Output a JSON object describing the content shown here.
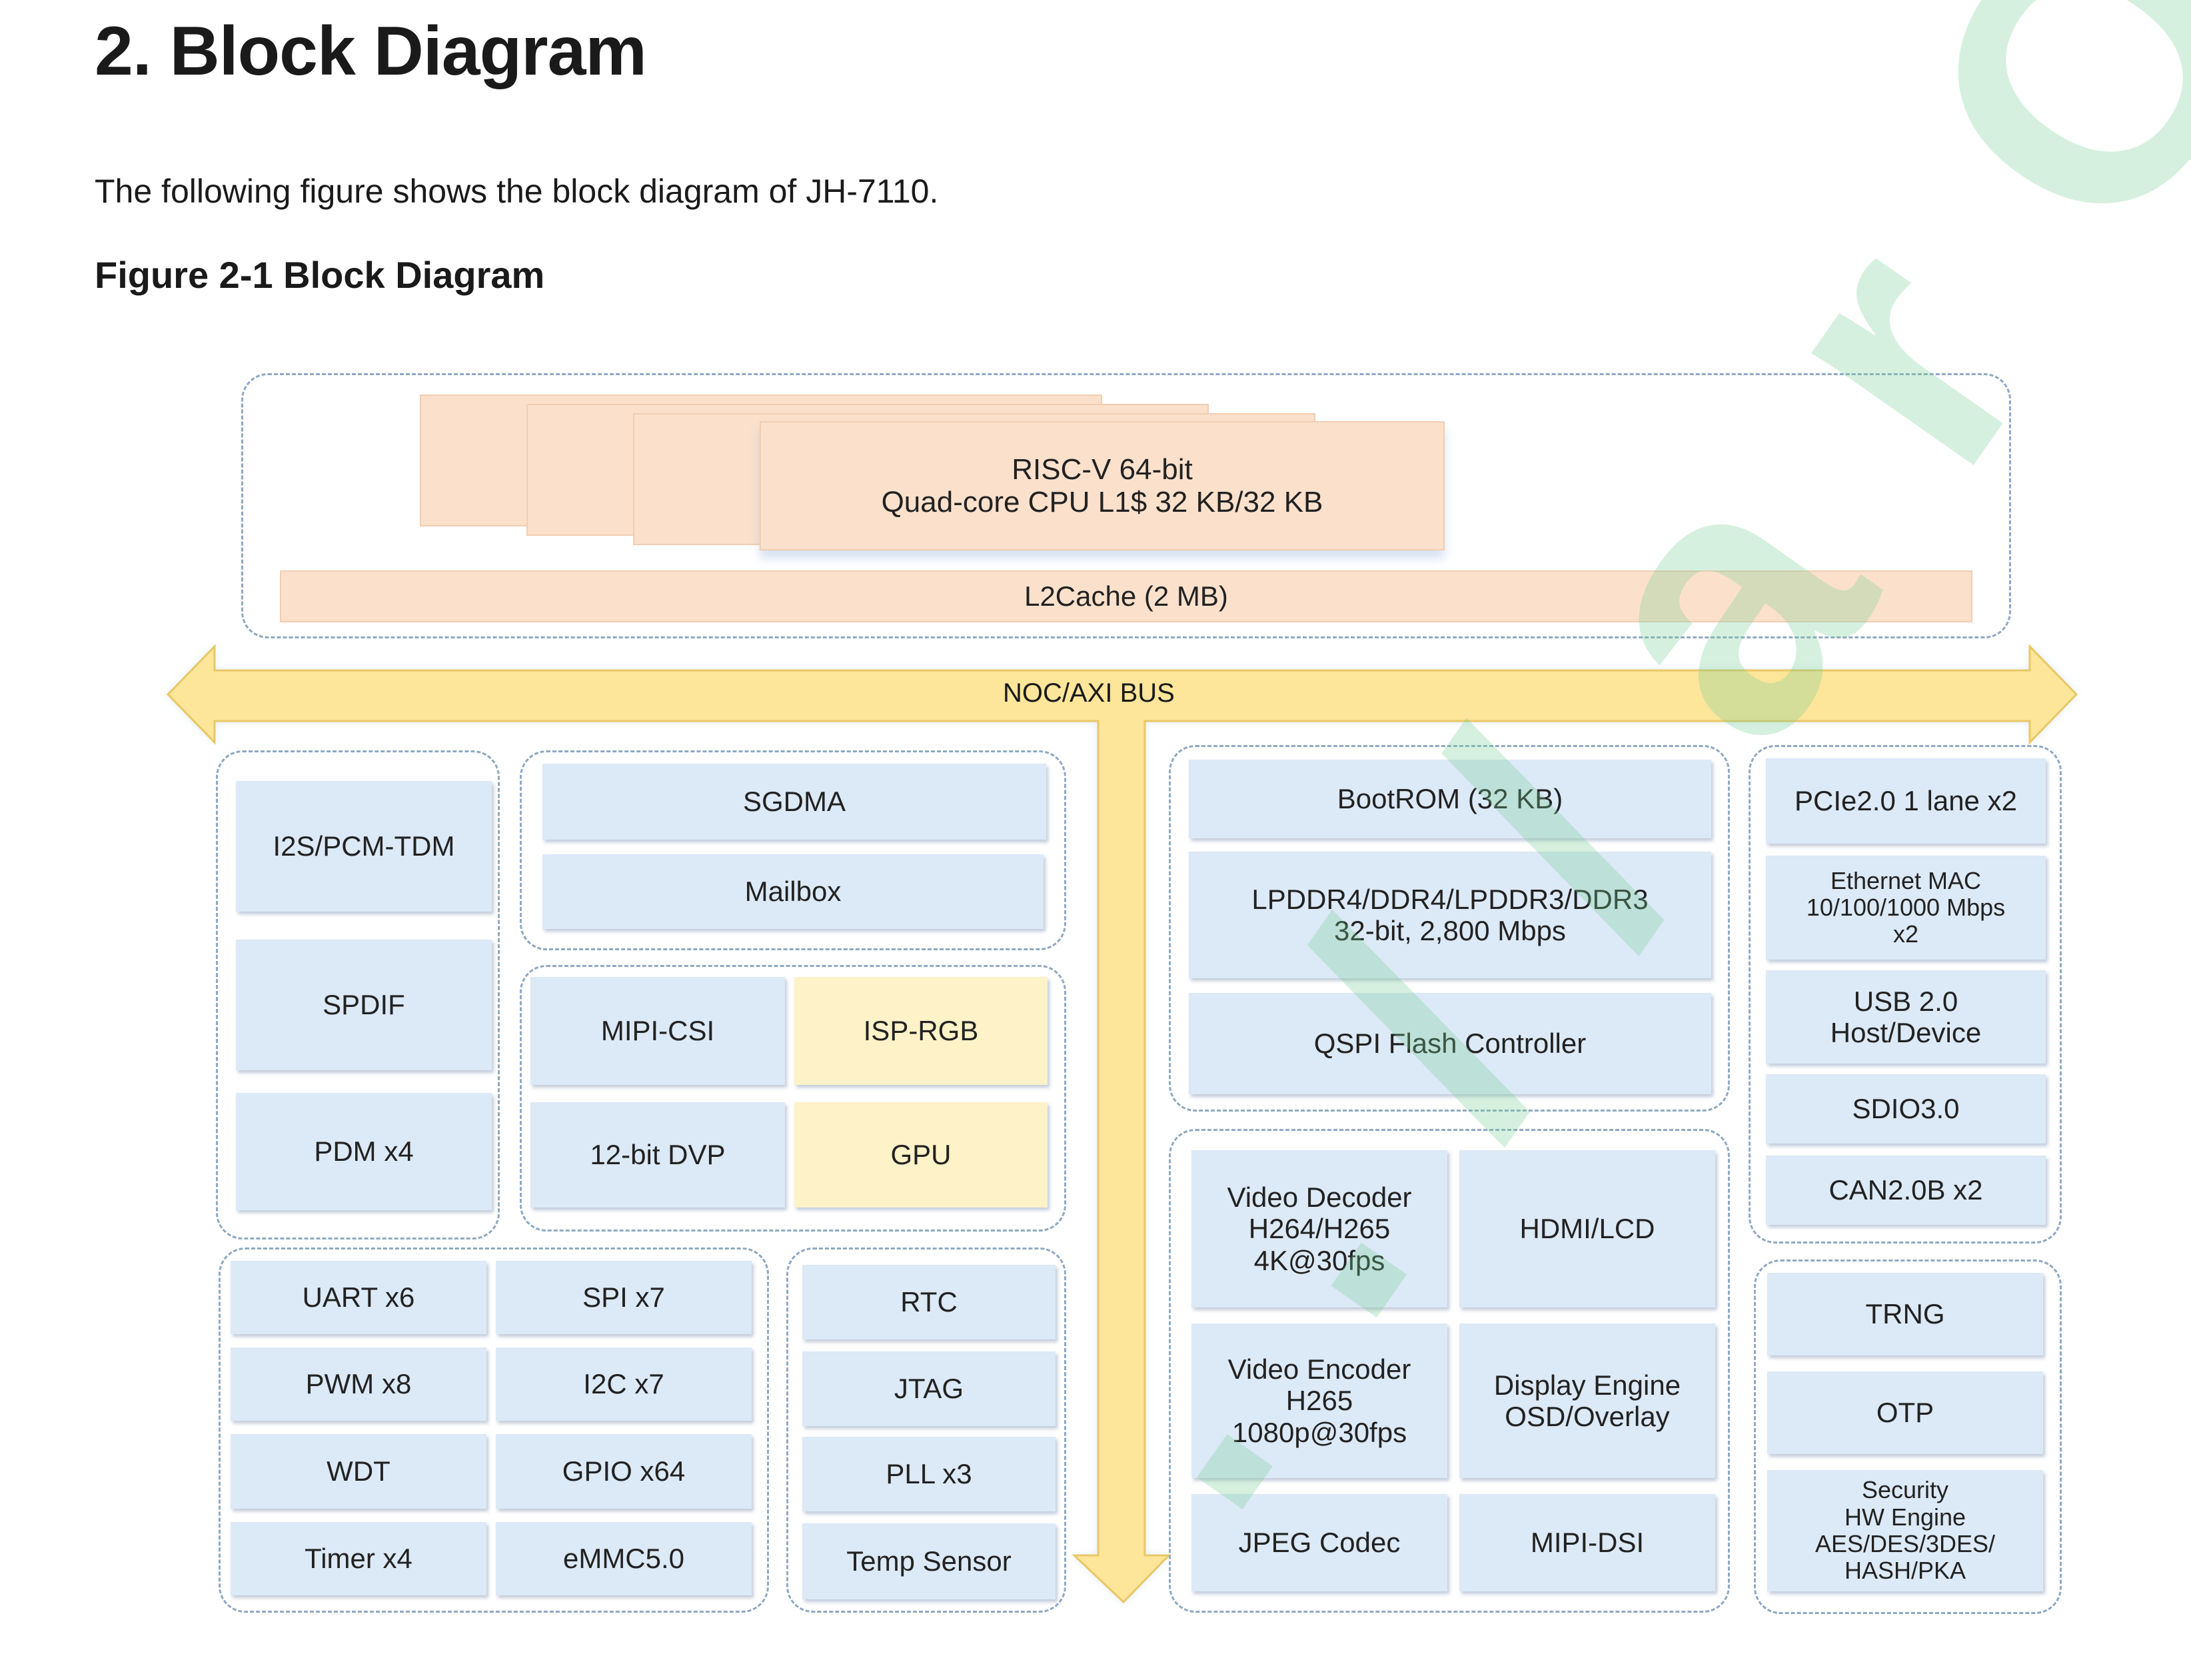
{
  "heading": "2. Block Diagram",
  "intro": "The following figure shows the block diagram of JH-7110.",
  "figure_caption": "Figure 2-1 Block Diagram",
  "cpu": {
    "label": "RISC-V 64-bit\nQuad-core CPU L1$ 32 KB/32 KB",
    "l2": "L2Cache (2 MB)"
  },
  "bus": {
    "label": "NOC/AXI BUS"
  },
  "audio": [
    "I2S/PCM-TDM",
    "SPDIF",
    "PDM x4"
  ],
  "dma": [
    "SGDMA",
    "Mailbox"
  ],
  "media": [
    "MIPI-CSI",
    "ISP-RGB",
    "12-bit DVP",
    "GPU"
  ],
  "io": [
    "UART x6",
    "SPI x7",
    "PWM x8",
    "I2C x7",
    "WDT",
    "GPIO x64",
    "Timer x4",
    "eMMC5.0"
  ],
  "sys": [
    "RTC",
    "JTAG",
    "PLL x3",
    "Temp Sensor"
  ],
  "memory": [
    "BootROM (32 KB)",
    "LPDDR4/DDR4/LPDDR3/DDR3\n32-bit, 2,800 Mbps",
    "QSPI Flash Controller"
  ],
  "video": [
    "Video Decoder\nH264/H265\n4K@30fps",
    "HDMI/LCD",
    "Video Encoder\nH265\n1080p@30fps",
    "Display Engine\nOSD/Overlay",
    "JPEG Codec",
    "MIPI-DSI"
  ],
  "interfaces": [
    "PCIe2.0 1 lane x2",
    "Ethernet MAC\n10/100/1000 Mbps\nx2",
    "USB 2.0\nHost/Device",
    "SDIO3.0",
    "CAN2.0B x2"
  ],
  "security": [
    "TRNG",
    "OTP",
    "Security\nHW Engine\nAES/DES/3DES/\nHASH/PKA"
  ],
  "watermark": ". . / / a r Q . P L /",
  "colors": {
    "block": "#dce9f6",
    "highlight": "#fdf2c8",
    "cpu": "#fbe1cc",
    "bus": "#fde59a",
    "border": "#8fa8c2"
  }
}
